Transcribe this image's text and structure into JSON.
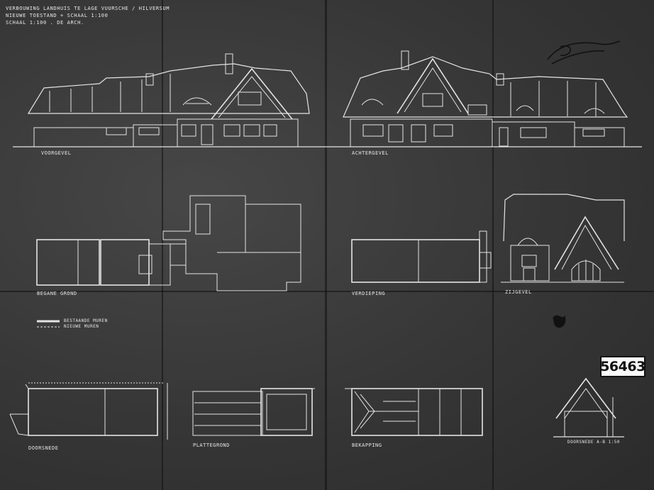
{
  "sheet": {
    "header_lines": [
      "VERBOUWING LANDHUIS TE LAGE VUURSCHE / HILVERSUM",
      "NIEUWE TOESTAND + SCHAAL 1:100",
      "SCHAAL 1:100 . DE ARCH."
    ],
    "archive_number": "56463",
    "views": {
      "voorgevel": "VOORGEVEL",
      "achtergevel": "ACHTERGEVEL",
      "zijgevel": "ZIJGEVEL",
      "begane_grond": "BEGANE GROND",
      "verdieping": "VERDIEPING",
      "doorsnede": "DOORSNEDE",
      "plattegrond": "PLATTEGROND",
      "bekapping": "BEKAPPING",
      "doorsnede_schuur": "DOORSNEDE A-B 1:50"
    },
    "legend": {
      "existing": "BESTAANDE MUREN",
      "new": "NIEUWE MUREN"
    },
    "colors": {
      "paper": "#3a3a3a",
      "ink": "#e6e6e6",
      "stamp_bg": "#fafafa",
      "stamp_ink": "#111111"
    },
    "icons": {
      "signature": "signature-scribble",
      "stamp_mark": "ink-stamp"
    }
  }
}
